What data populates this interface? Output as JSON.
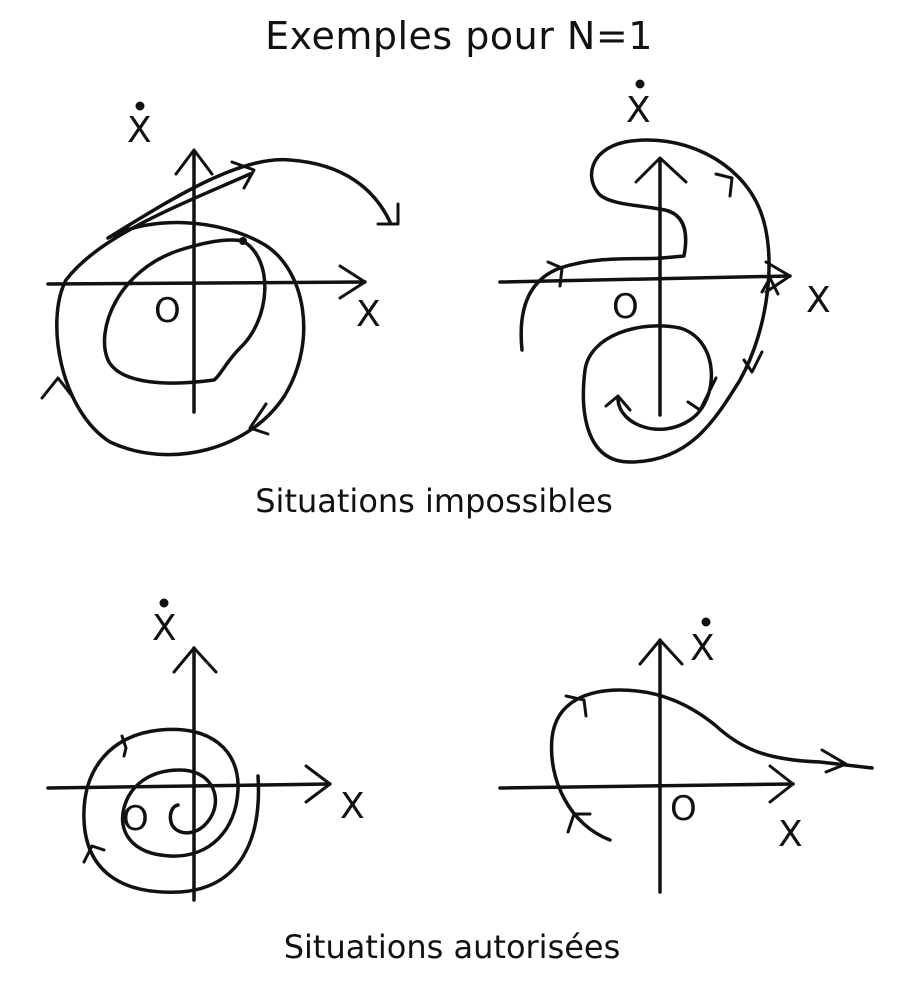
{
  "title": "Exemples pour N=1",
  "captions": {
    "impossible": "Situations impossibles",
    "allowed": "Situations autorisées"
  },
  "labels": {
    "origin": "O",
    "x_axis": "X",
    "y_axis": "X",
    "y_axis_dot": "•"
  }
}
